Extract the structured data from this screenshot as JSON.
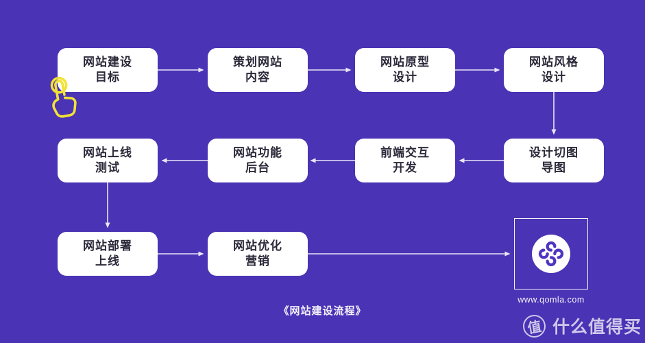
{
  "colors": {
    "background": "#4a33b4",
    "node_fill": "#ffffff",
    "node_text": "#2b2939",
    "connector": "#e9e6f7",
    "cursor_yellow": "#f2e234",
    "logo_purple": "#4f35c2",
    "watermark": "rgba(235,233,245,0.82)"
  },
  "diagram": {
    "caption": "《网站建设流程》",
    "nodes": [
      {
        "id": "goal",
        "line1": "网站建设",
        "line2": "目标"
      },
      {
        "id": "plan-content",
        "line1": "策划网站",
        "line2": "内容"
      },
      {
        "id": "prototype",
        "line1": "网站原型",
        "line2": "设计"
      },
      {
        "id": "style-design",
        "line1": "网站风格",
        "line2": "设计"
      },
      {
        "id": "launch-test",
        "line1": "网站上线",
        "line2": "测试"
      },
      {
        "id": "backend",
        "line1": "网站功能",
        "line2": "后台"
      },
      {
        "id": "frontend-dev",
        "line1": "前端交互",
        "line2": "开发"
      },
      {
        "id": "design-slicing",
        "line1": "设计切图",
        "line2": "导图"
      },
      {
        "id": "deploy",
        "line1": "网站部署",
        "line2": "上线"
      },
      {
        "id": "optimize",
        "line1": "网站优化",
        "line2": "营销"
      }
    ],
    "edges": [
      {
        "from": "goal",
        "to": "plan-content"
      },
      {
        "from": "plan-content",
        "to": "prototype"
      },
      {
        "from": "prototype",
        "to": "style-design"
      },
      {
        "from": "style-design",
        "to": "design-slicing"
      },
      {
        "from": "design-slicing",
        "to": "frontend-dev"
      },
      {
        "from": "frontend-dev",
        "to": "backend"
      },
      {
        "from": "backend",
        "to": "launch-test"
      },
      {
        "from": "launch-test",
        "to": "deploy"
      },
      {
        "from": "deploy",
        "to": "optimize"
      },
      {
        "from": "optimize",
        "to": "qomla-logo"
      }
    ],
    "logo": {
      "icon": "qomla-clover-logo",
      "url_text": "www.qomla.com"
    },
    "cursor_icon": "tap-hand-cursor"
  },
  "watermark": {
    "badge": "值",
    "brand": "什么值得买"
  }
}
